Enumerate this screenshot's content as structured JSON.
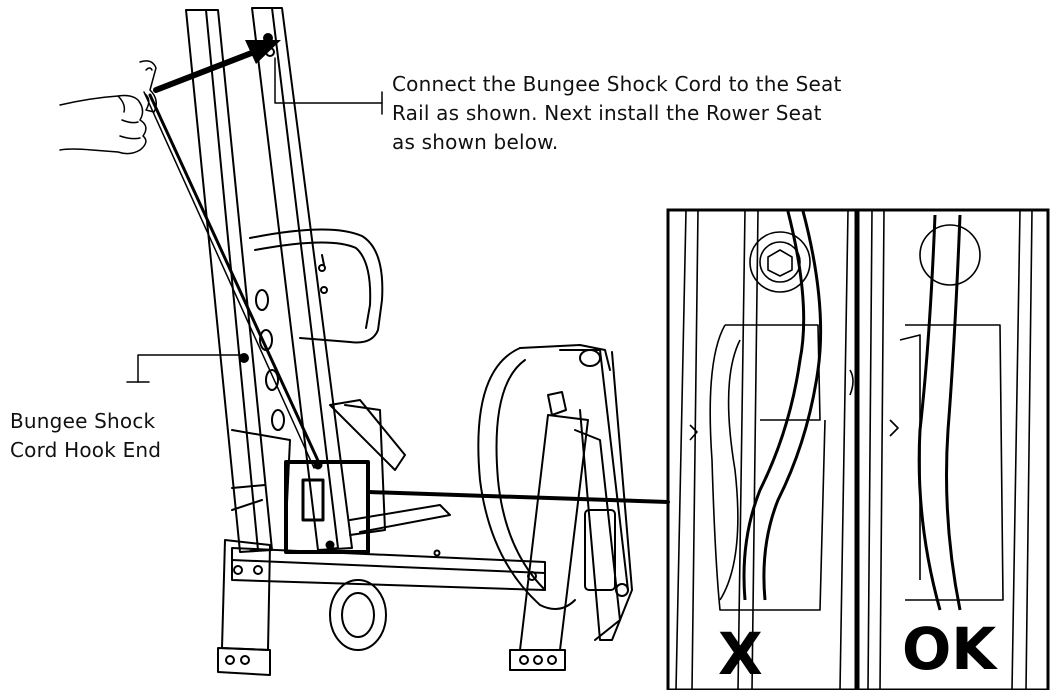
{
  "callouts": {
    "seat_rail_instruction": "Connect the Bungee Shock Cord to the Seat\nRail as shown.  Next install the Rower Seat\nas shown below.",
    "hook_end_label": "Bungee Shock\nCord Hook End"
  },
  "detail_panels": {
    "incorrect_label": "X",
    "correct_label": "OK"
  }
}
